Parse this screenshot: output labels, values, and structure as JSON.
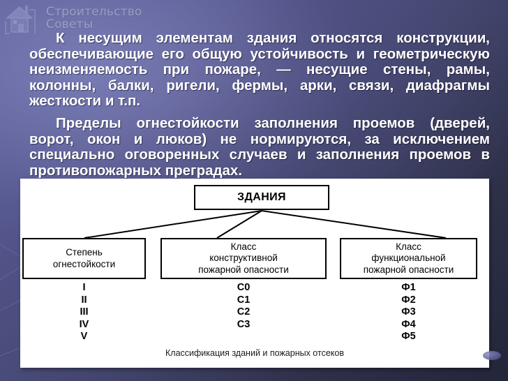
{
  "slide": {
    "watermark": {
      "icon": "house-icon",
      "line1": "Строительство",
      "line2": "Советы"
    },
    "paragraphs": [
      "К несущим элементам здания относятся конструкции, обеспечивающие его общую устойчивость и геометрическую неизменяемость при пожаре, — несущие стены, рамы, колонны, балки, ригели, фермы, арки, связи, диафрагмы жесткости и т.п.",
      "Пределы огнестойкости заполнения проемов (дверей, ворот, окон и люков) не нормируются, за исключением специально оговоренных случаев и заполнения проемов в противопожарных преградах."
    ],
    "diagram": {
      "root": "ЗДАНИЯ",
      "branches": [
        {
          "title_line1": "Степень",
          "title_line2": "огнестойкости",
          "title_line3": "",
          "items": [
            "I",
            "II",
            "III",
            "IV",
            "V"
          ]
        },
        {
          "title_line1": "Класс",
          "title_line2": "конструктивной",
          "title_line3": "пожарной опасности",
          "items": [
            "С0",
            "С1",
            "С2",
            "С3"
          ]
        },
        {
          "title_line1": "Класс",
          "title_line2": "функциональной",
          "title_line3": "пожарной опасности",
          "items": [
            "Ф1",
            "Ф2",
            "Ф3",
            "Ф4",
            "Ф5"
          ]
        }
      ],
      "caption": "Классификация зданий и пожарных отсеков"
    },
    "colors": {
      "background_light": "#5a5c96",
      "background_dark": "#23253a",
      "panel": "#ffffff",
      "text": "#ffffff",
      "diagram_line": "#000000"
    }
  }
}
